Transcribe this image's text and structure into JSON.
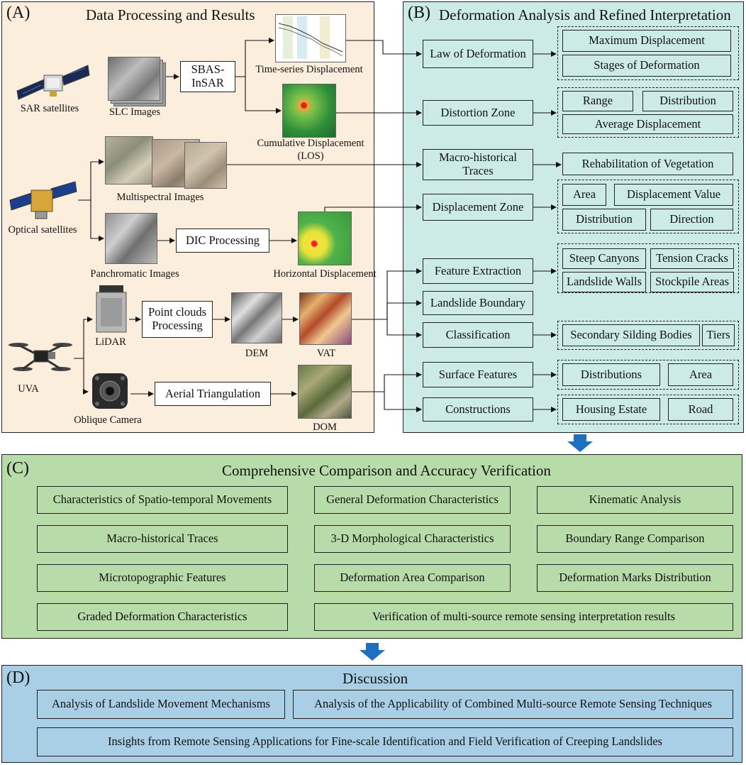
{
  "panelA": {
    "tag": "(A)",
    "title": "Data Processing and Results",
    "labels": {
      "sar_satellites": "SAR satellites",
      "slc_images": "SLC Images",
      "time_series": "Time-series Displacement",
      "cumulative": "Cumulative Displacement",
      "los": "(LOS)",
      "multispectral": "Multispectral Images",
      "optical_satellites": "Optical satellites",
      "panchromatic": "Panchromatic Images",
      "horizontal": "Horizontal Displacement",
      "lidar": "LiDAR",
      "dem": "DEM",
      "vat": "VAT",
      "uva": "UVA",
      "oblique_camera": "Oblique Camera",
      "dom": "DOM"
    },
    "boxes": {
      "sbas_line1": "SBAS-",
      "sbas_line2": "InSAR",
      "dic": "DIC Processing",
      "pc_line1": "Point clouds",
      "pc_line2": "Processing",
      "aerial": "Aerial Triangulation"
    }
  },
  "panelB": {
    "tag": "(B)",
    "title": "Deformation Analysis and Refined Interpretation",
    "rows": {
      "law": "Law of Deformation",
      "distortion": "Distortion Zone",
      "macro_line1": "Macro-historical",
      "macro_line2": "Traces",
      "displacement_zone": "Displacement Zone",
      "feature_extraction": "Feature Extraction",
      "landslide_boundary": "Landslide Boundary",
      "classification": "Classification",
      "surface_features": "Surface Features",
      "constructions": "Constructions"
    },
    "details": {
      "max_disp": "Maximum Displacement",
      "stages": "Stages of Deformation",
      "range": "Range",
      "distribution": "Distribution",
      "avg_disp": "Average Displacement",
      "rehab": "Rehabilitation of Vegetation",
      "area": "Area",
      "disp_value": "Displacement Value",
      "distribution2": "Distribution",
      "direction": "Direction",
      "steep": "Steep Canyons",
      "tension": "Tension Cracks",
      "walls": "Landslide Walls",
      "stockpile": "Stockpile Areas",
      "secondary": "Secondary Silding Bodies",
      "tiers": "Tiers",
      "distributions": "Distributions",
      "area2": "Area",
      "housing": "Housing Estate",
      "road": "Road"
    }
  },
  "panelC": {
    "tag": "(C)",
    "title": "Comprehensive Comparison and Accuracy Verification",
    "items": [
      "Characteristics of Spatio-temporal Movements",
      "General Deformation Characteristics",
      "Kinematic Analysis",
      "Macro-historical Traces",
      "3-D Morphological Characteristics",
      "Boundary Range Comparison",
      "Microtopographic Features",
      "Deformation Area Comparison",
      "Deformation Marks Distribution",
      "Graded Deformation Characteristics",
      "Verification of multi-source remote sensing interpretation results"
    ]
  },
  "panelD": {
    "tag": "(D)",
    "title": "Discussion",
    "items": [
      "Analysis of Landslide Movement Mechanisms",
      "Analysis of the Applicability of Combined Multi-source Remote Sensing Techniques",
      "Insights from Remote Sensing Applications for Fine-scale Identification and Field Verification of Creeping Landslides"
    ]
  },
  "colors": {
    "panelA": "#fbeedd",
    "panelB": "#cdebe6",
    "panelC": "#b7dba9",
    "panelD": "#a9cfe6",
    "arrow": "#1f6fc0"
  },
  "icons": [
    "sar-satellite-icon",
    "optical-satellite-icon",
    "uav-drone-icon",
    "lidar-sensor-icon",
    "oblique-camera-icon"
  ]
}
